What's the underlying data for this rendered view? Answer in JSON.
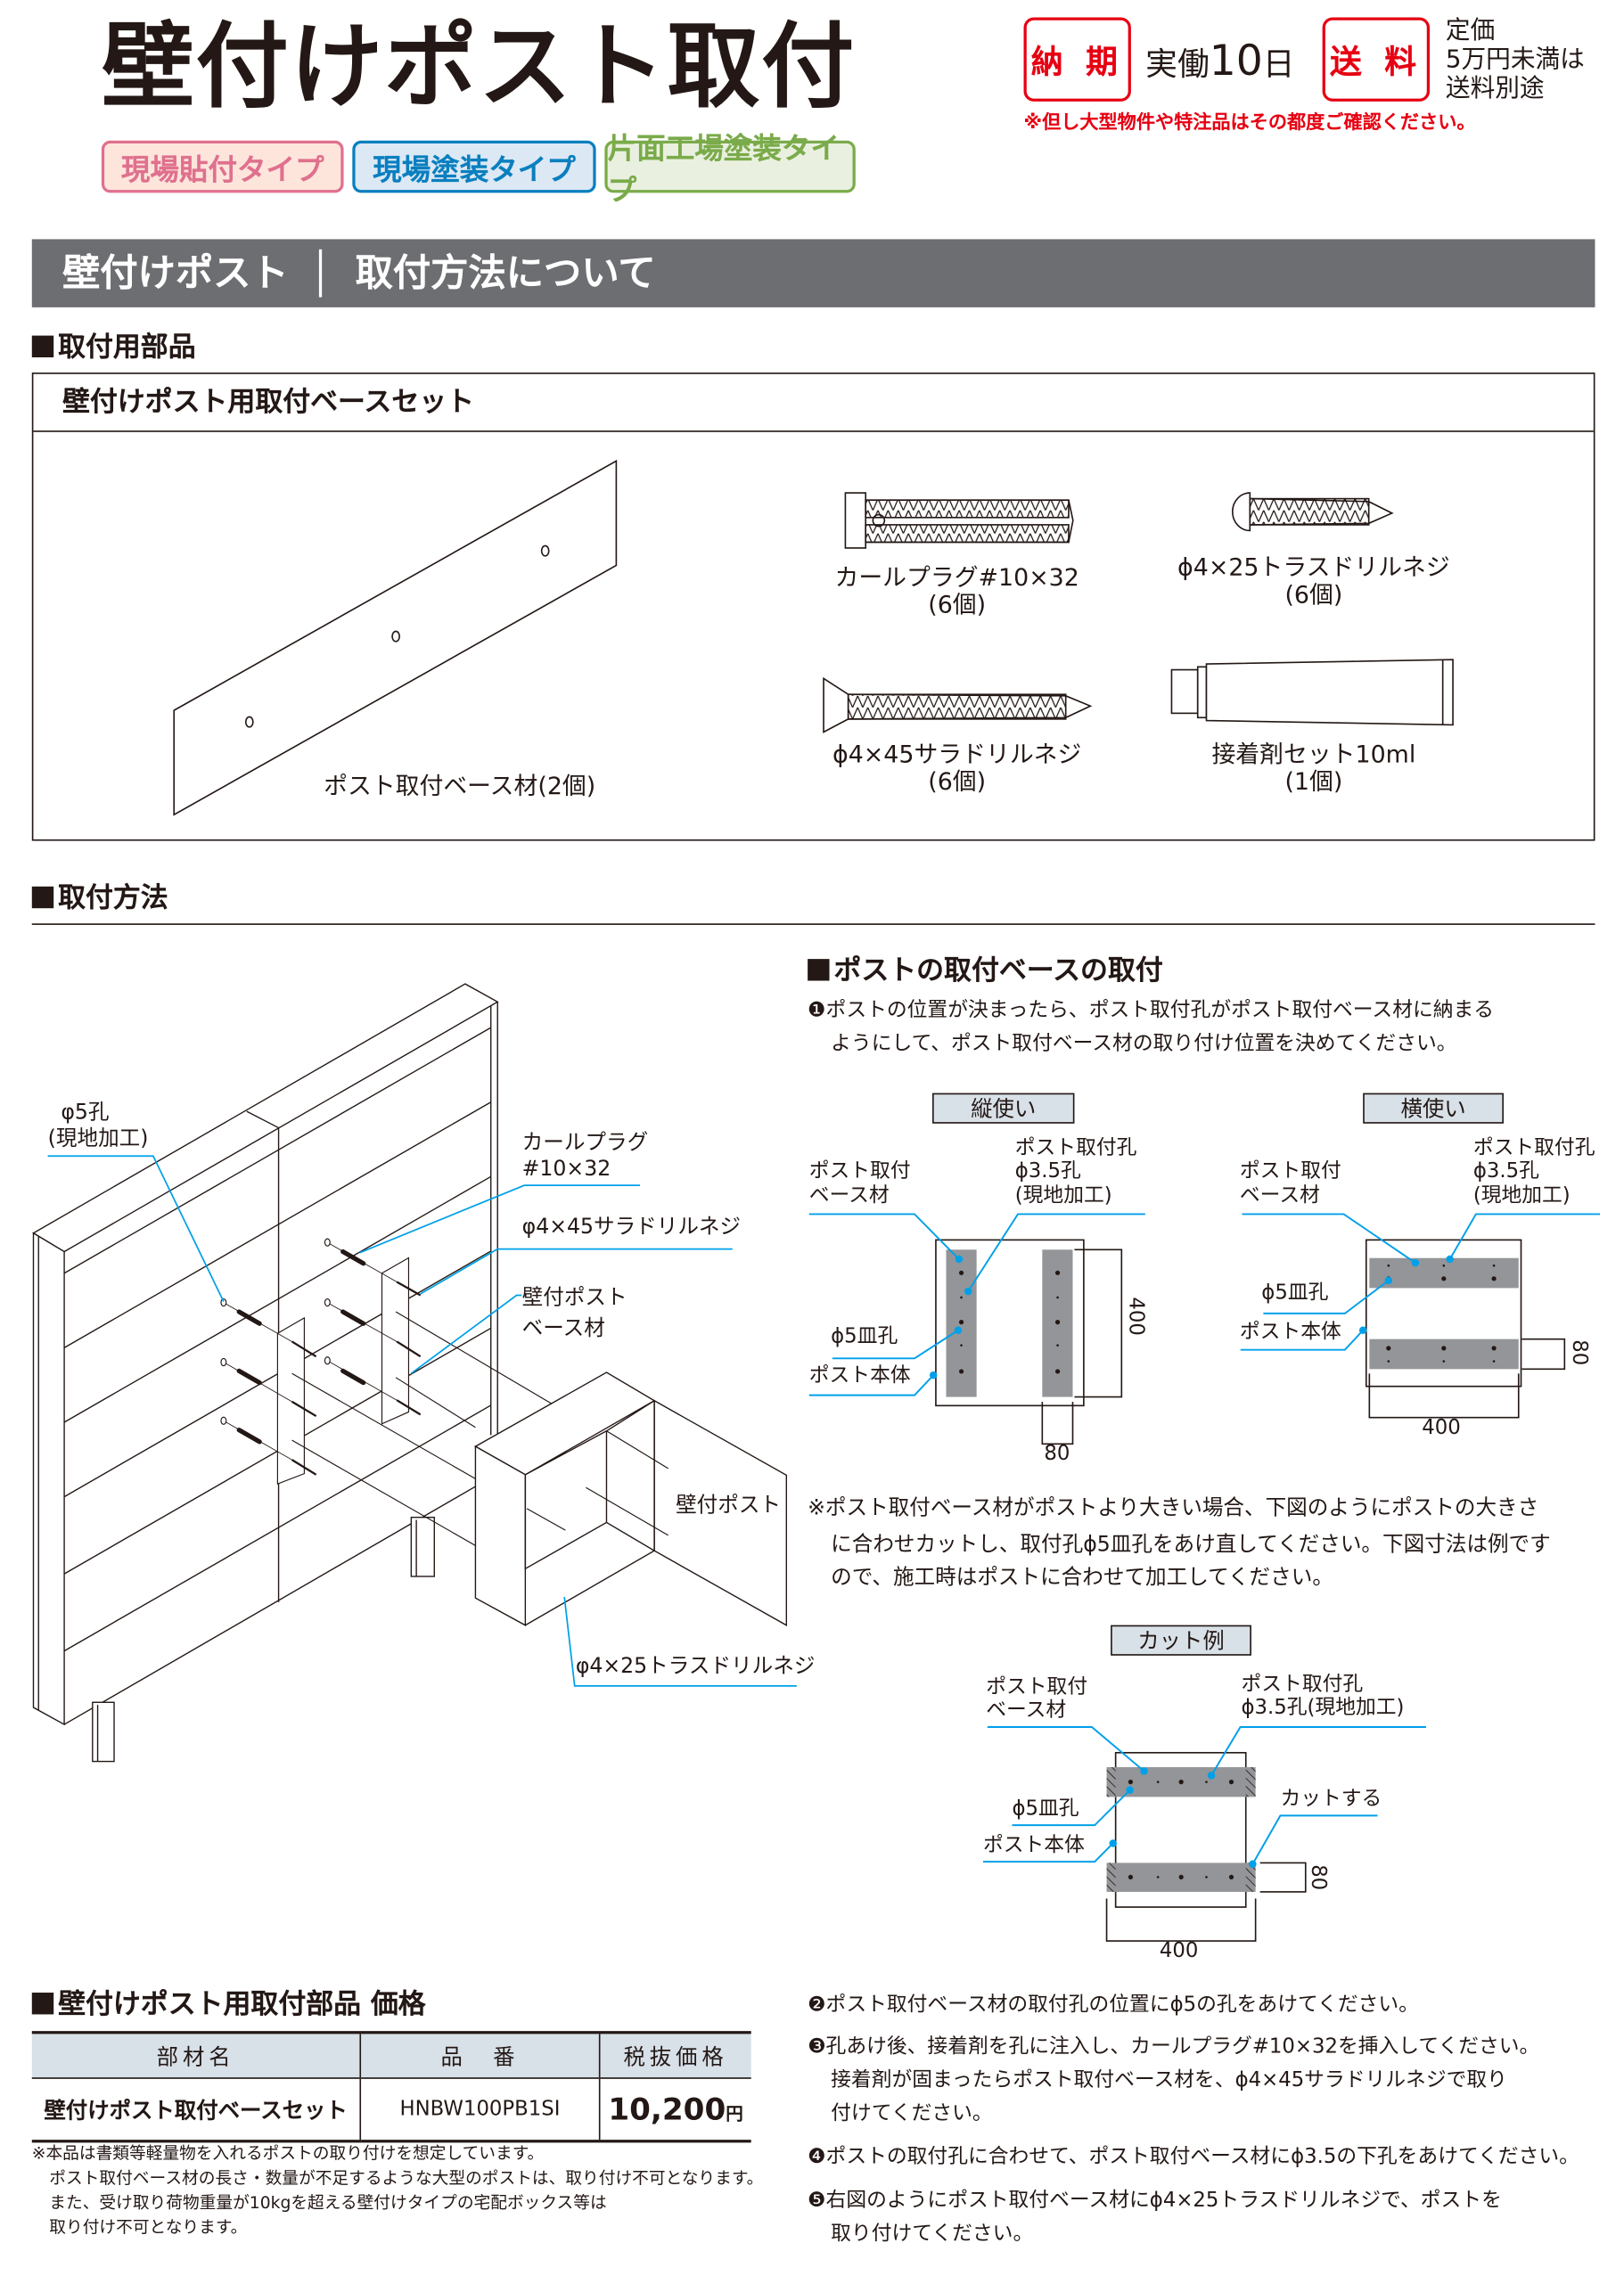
{
  "header": {
    "title": "壁付けポスト取付",
    "delivery": {
      "label": "納 期",
      "prefix": "実働",
      "number": "10",
      "suffix": "日"
    },
    "shipping": {
      "label": "送 料",
      "lines": [
        "定価",
        "5万円未満は",
        "送料別途"
      ]
    },
    "note": "※但し大型物件や特注品はその都度ご確認ください。"
  },
  "tags": [
    {
      "label": "現場貼付タイプ",
      "color": "#e0708e",
      "bg": "#fde5db"
    },
    {
      "label": "現場塗装タイプ",
      "color": "#0a7fbf",
      "bg": "#dce8f4"
    },
    {
      "label": "片面工場塗装タイプ",
      "color": "#7aab4a",
      "bg": "#eaf0e0"
    }
  ],
  "section_bar": {
    "left": "壁付けポスト",
    "right": "取付方法について"
  },
  "parts": {
    "heading": "取付用部品",
    "box_title": "壁付けポスト用取付ベースセット",
    "board": "ポスト取付ベース材(2個)",
    "items": [
      {
        "name": "カールプラグ#10×32",
        "qty": "(6個)"
      },
      {
        "name": "ϕ4×25トラスドリルネジ",
        "qty": "(6個)"
      },
      {
        "name": "ϕ4×45サラドリルネジ",
        "qty": "(6個)"
      },
      {
        "name": "接着剤セット10ml",
        "qty": "(1個)"
      }
    ]
  },
  "method": {
    "heading": "取付方法",
    "iso_labels": {
      "hole": "φ5孔",
      "hole_note": "(現地加工)",
      "plug1": "カールプラグ",
      "plug2": "#10×32",
      "sara": "φ4×45サラドリルネジ",
      "base1": "壁付ポスト",
      "base2": "ベース材",
      "post": "壁付ポスト",
      "truss": "φ4×25トラスドリルネジ"
    }
  },
  "base_mount": {
    "heading": "ポストの取付ベースの取付",
    "step1": [
      "❶ポストの位置が決まったら、ポスト取付孔がポスト取付ベース材に納まる",
      "ようにして、ポスト取付ベース材の取り付け位置を決めてください。"
    ],
    "labels": {
      "base1": "ポスト取付",
      "base2": "ベース材",
      "hole1": "ポスト取付孔",
      "hole2": "ϕ3.5孔",
      "hole3": "(現地加工)",
      "hole23": "ϕ3.5孔(現地加工)",
      "sara": "ϕ5皿孔",
      "body": "ポスト本体",
      "cut": "カットする",
      "dim_400": "400",
      "dim_80": "80"
    },
    "vertical_title": "縦使い",
    "horizontal_title": "横使い",
    "cut_title": "カット例",
    "note": [
      "※ポスト取付ベース材がポストより大きい場合、下図のようにポストの大きさ",
      "に合わせカットし、取付孔ϕ5皿孔をあけ直してください。下図寸法は例です",
      "ので、施工時はポストに合わせて加工してください。"
    ],
    "colors": {
      "leader": "#00a0e9",
      "bar": "#939598"
    }
  },
  "price": {
    "heading": "壁付けポスト用取付部品 価格",
    "columns": [
      "部材名",
      "品　番",
      "税抜価格"
    ],
    "row": {
      "name": "壁付けポスト取付ベースセット",
      "code": "HNBW100PB1SI",
      "price": "10,200",
      "unit": "円"
    },
    "notes": [
      "※本品は書類等軽量物を入れるポストの取り付けを想定しています。",
      "ポスト取付ベース材の長さ・数量が不足するような大型のポストは、取り付け不可となります。",
      "また、受け取り荷物重量が10kgを超える壁付けタイプの宅配ボックス等は",
      "取り付け不可となります。"
    ]
  },
  "steps": [
    [
      "❷ポスト取付ベース材の取付孔の位置にϕ5の孔をあけてください。"
    ],
    [
      "❸孔あけ後、接着剤を孔に注入し、カールプラグ#10×32を挿入してください。",
      "接着剤が固まったらポスト取付ベース材を、ϕ4×45サラドリルネジで取り",
      "付けてください。"
    ],
    [
      "❹ポストの取付孔に合わせて、ポスト取付ベース材にϕ3.5の下孔をあけてください。"
    ],
    [
      "❺右図のようにポスト取付ベース材にϕ4×25トラスドリルネジで、ポストを",
      "取り付けてください。"
    ]
  ]
}
